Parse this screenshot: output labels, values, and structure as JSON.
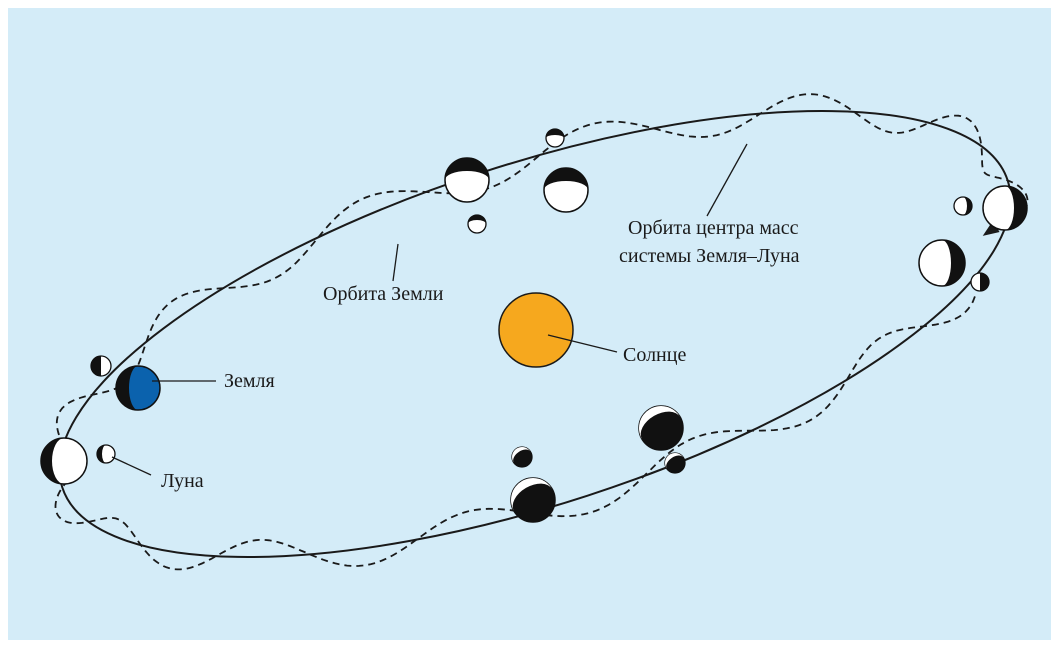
{
  "labels": {
    "earth_orbit": "Орбита Земли",
    "barycenter_orbit_line1": "Орбита центра масс",
    "barycenter_orbit_line2": "системы Земля–Луна",
    "sun": "Солнце",
    "earth": "Земля",
    "moon": "Луна"
  },
  "colors": {
    "background": "#d4ecf8",
    "sun": "#f6a81e",
    "earth_day_side": "#0b62ad",
    "shadow": "#111111",
    "lit": "#ffffff",
    "line": "#1a1a1a"
  }
}
